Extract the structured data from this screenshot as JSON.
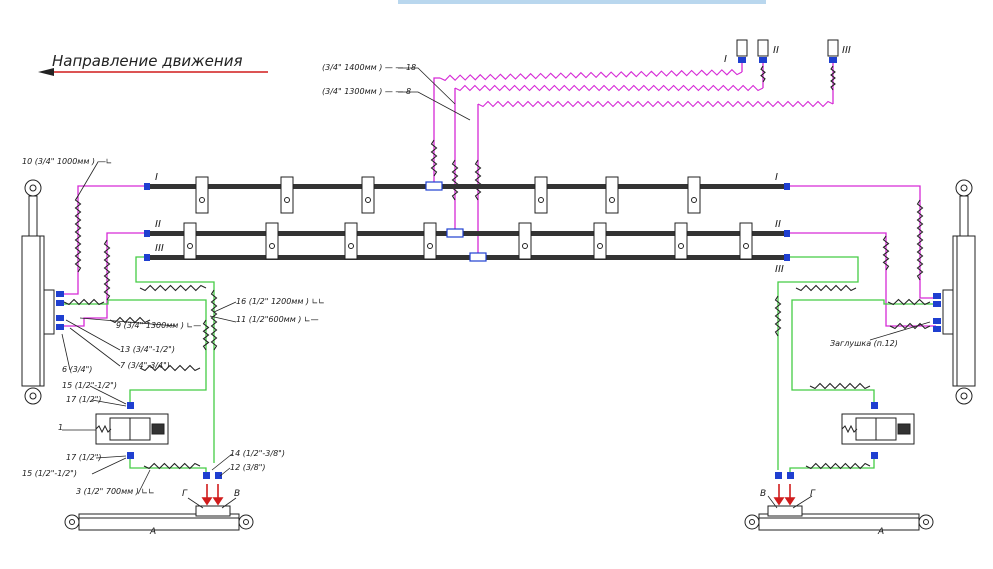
{
  "title": "Направление движения",
  "colors": {
    "pressure": "#d62ad6",
    "drain": "#44cc44",
    "fitting": "#1f3fd0",
    "arrow": "#d01c1c",
    "ink": "#222222",
    "top_bar": "#b9d7ee"
  },
  "labels": {
    "l18": "(3/4\" 1400мм    )  — — 18",
    "l8": "(3/4\" 1300мм    )  — — 8",
    "l10": "10  (3/4\" 1000мм    ) ―∟",
    "l16": "16  (1/2\" 1200мм    )  ∟∟",
    "l11": "11  (1/2\"600мм  )  ∟—",
    "l9": "9 (3/4\" 1300мм    )  ∟—",
    "l13": "13 (3/4\"-1/2\")",
    "l7": "7 (3/4\"-3/4\")",
    "l6": "6 (3/4\")",
    "l15a": "15 (1/2\"-1/2\")",
    "l17a": "17 (1/2\")",
    "l1": "1",
    "l17b": "17 (1/2\")",
    "l15b": "15 (1/2\"-1/2\")",
    "l3": "3 (1/2\" 700мм    )  ∟∟",
    "l14": "14 (1/2\"-3/8\")",
    "l12": "12 (3/8\")",
    "lG_left": "Г",
    "lV_left": "В",
    "lA_left": "А",
    "lV_right": "В",
    "lG_right": "Г",
    "lA_right": "А",
    "plug": "Заглушка (п.12)",
    "roman_top": [
      "I",
      "II",
      "III"
    ],
    "rail_left_marks": [
      "I",
      "II",
      "III"
    ],
    "rail_right_marks": [
      "I",
      "II",
      "III"
    ]
  }
}
